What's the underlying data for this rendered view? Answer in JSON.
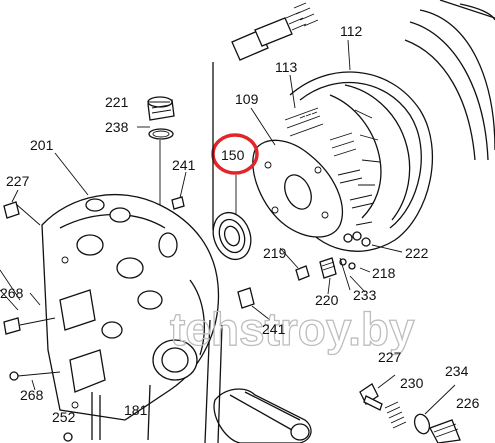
{
  "labels": {
    "l112": "112",
    "l113": "113",
    "l109": "109",
    "l221": "221",
    "l238": "238",
    "l150": "150",
    "l201": "201",
    "l241a": "241",
    "l227a": "227",
    "l268a": "268",
    "l268b": "268",
    "l219": "219",
    "l222": "222",
    "l218": "218",
    "l220": "220",
    "l233": "233",
    "l241b": "241",
    "l227b": "227",
    "l234": "234",
    "l230": "230",
    "l226": "226",
    "l252": "252",
    "l181": "181"
  },
  "watermark": "tehstroy.by",
  "colors": {
    "highlight": "#e0262a",
    "line": "#111111",
    "watermark": "#bdbdbd"
  }
}
